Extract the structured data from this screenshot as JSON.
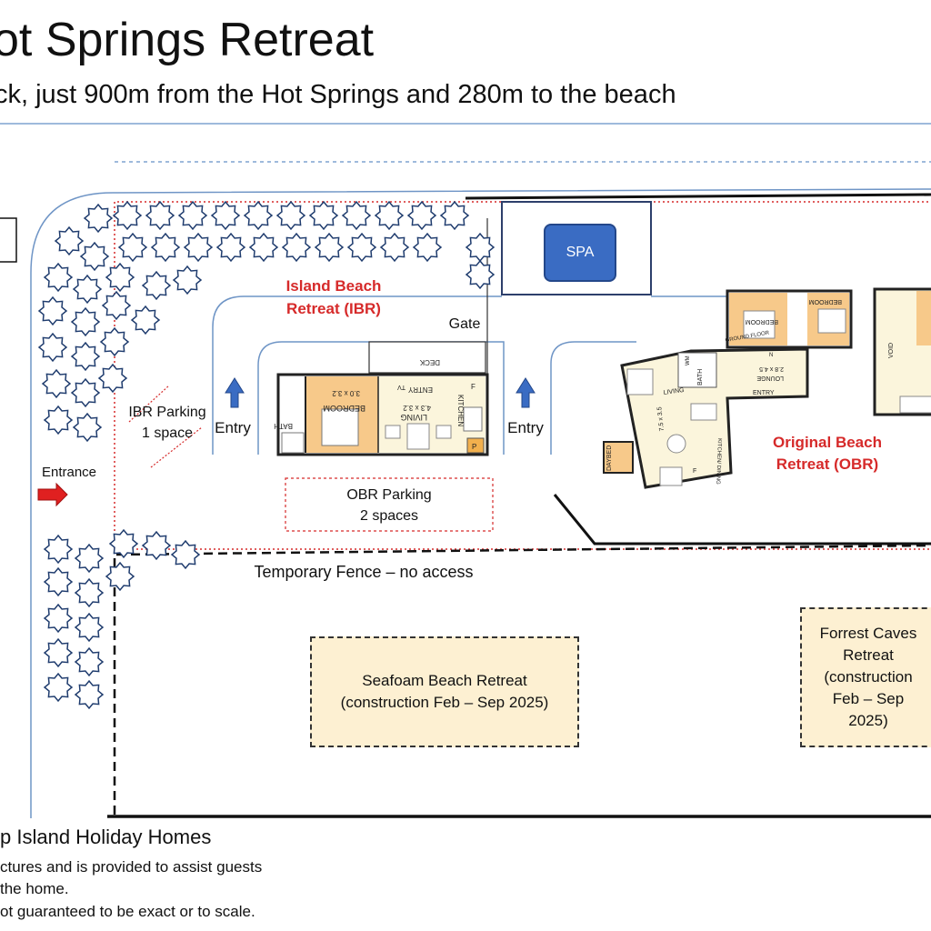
{
  "header": {
    "title": "ot Springs Retreat",
    "subtitle": "ck, just 900m from the Hot Springs and 280m to the beach"
  },
  "labels": {
    "spa": "SPA",
    "ibr_name_1": "Island Beach",
    "ibr_name_2": "Retreat (IBR)",
    "gate": "Gate",
    "ibr_parking_1": "IBR Parking",
    "ibr_parking_2": "1 space",
    "entry_left": "Entry",
    "entry_right": "Entry",
    "entrance": "Entrance",
    "obr_parking_1": "OBR Parking",
    "obr_parking_2": "2 spaces",
    "obr_name_1": "Original Beach",
    "obr_name_2": "Retreat (OBR)",
    "temp_fence": "Temporary Fence – no access",
    "seafoam_1": "Seafoam Beach Retreat",
    "seafoam_2": "(construction Feb – Sep 2025)",
    "forrest_1": "Forrest Caves",
    "forrest_2": "Retreat",
    "forrest_3": "(construction",
    "forrest_4": "Feb – Sep",
    "forrest_5": "2025)"
  },
  "floorplan_ibr": {
    "bath": "BATH",
    "bedroom": "BEDROOM",
    "bedroom_size": "3.0 x 3.2",
    "entry": "ENTRY",
    "living": "LIVING",
    "living_size": "4.3 x 3.2",
    "kitchen": "KITCHEN",
    "deck": "DECK",
    "tv": "TV",
    "f": "F",
    "p": "P"
  },
  "floorplan_obr": {
    "ground_floor": "GROUND FLOOR",
    "bedroom_a": "BEDROOM",
    "bedroom_b": "BEDROOM",
    "bath": "BATH",
    "wm": "WM",
    "lounge": "LOUNGE",
    "lounge_size": "2.8 x 4.5",
    "entry": "ENTRY",
    "living": "LIVING",
    "dining": "KITCHEN/ DINING",
    "size": "7.5 x 3.5",
    "daybed": "DAYBED",
    "void": "VOID",
    "f": "F",
    "n": "N"
  },
  "footer": {
    "heading": "p Island Holiday Homes",
    "line1": "ctures and is provided to assist guests",
    "line2": " the home.",
    "line3": "ot guaranteed to be exact or to scale."
  },
  "colors": {
    "accent_red": "#d62a2a",
    "spa_blue": "#3a6cc3",
    "arrow_blue": "#3a6cc3",
    "construction_fill": "#fdf0d2",
    "room_orange": "#f7c98a",
    "room_cream": "#fbf5dc"
  }
}
